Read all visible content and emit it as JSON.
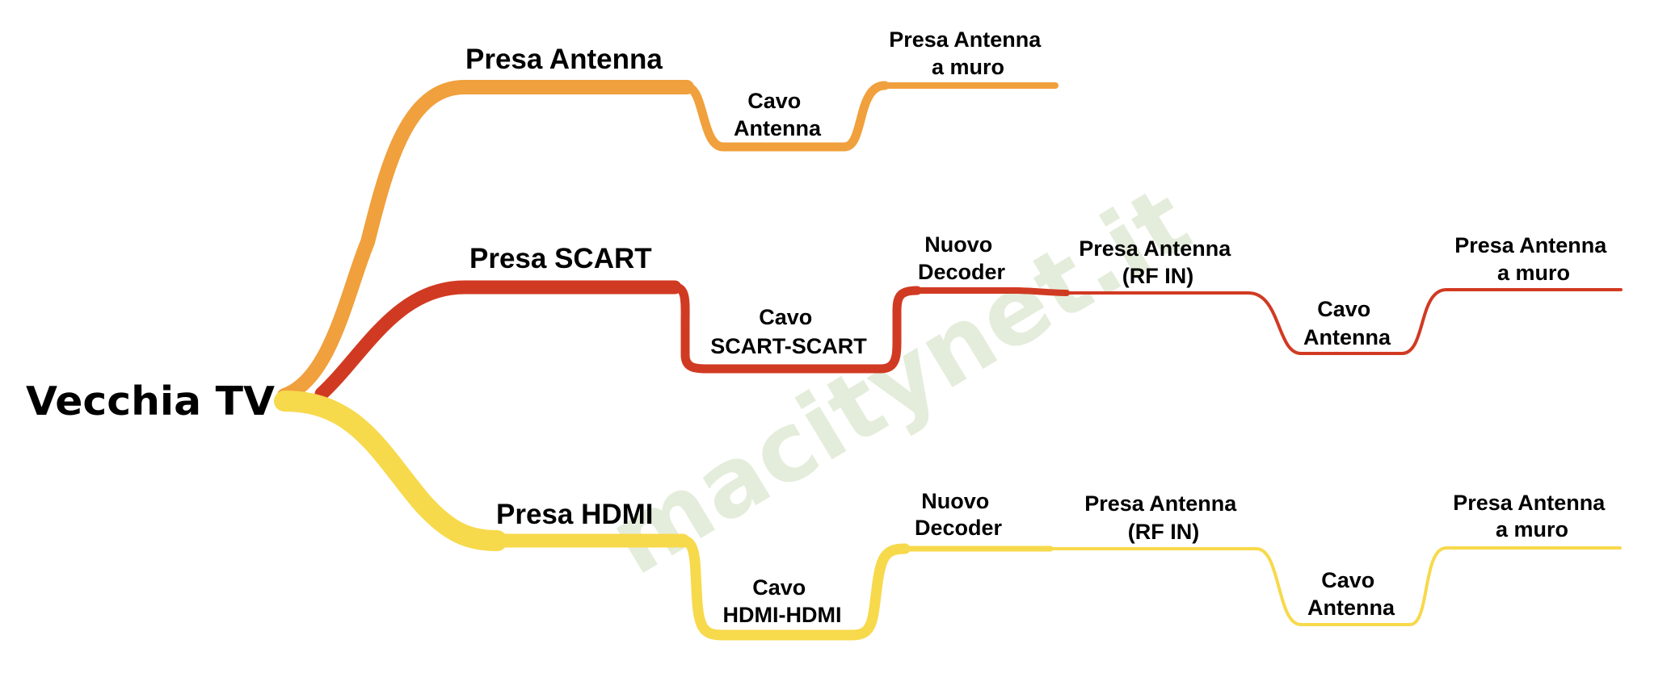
{
  "root": {
    "label": "Vecchia TV"
  },
  "colors": {
    "antenna_branch": "#f0a03c",
    "scart_branch": "#d13a22",
    "hdmi_branch": "#f7d94c",
    "watermark": "#e4eddb",
    "text": "#000000"
  },
  "watermark": "macitynet.it",
  "branches": [
    {
      "id": "antenna",
      "label": "Presa Antenna",
      "steps": [
        {
          "line1": "Cavo",
          "line2": "Antenna"
        },
        {
          "line1": "Presa Antenna",
          "line2": "a muro"
        }
      ]
    },
    {
      "id": "scart",
      "label": "Presa SCART",
      "steps": [
        {
          "line1": "Cavo",
          "line2": "SCART-SCART"
        },
        {
          "line1": "Nuovo",
          "line2": "Decoder"
        },
        {
          "line1": "Presa Antenna",
          "line2": "(RF IN)"
        },
        {
          "line1": "Cavo",
          "line2": "Antenna"
        },
        {
          "line1": "Presa Antenna",
          "line2": "a muro"
        }
      ]
    },
    {
      "id": "hdmi",
      "label": "Presa HDMI",
      "steps": [
        {
          "line1": "Cavo",
          "line2": "HDMI-HDMI"
        },
        {
          "line1": "Nuovo",
          "line2": "Decoder"
        },
        {
          "line1": "Presa Antenna",
          "line2": "(RF IN)"
        },
        {
          "line1": "Cavo",
          "line2": "Antenna"
        },
        {
          "line1": "Presa Antenna",
          "line2": "a muro"
        }
      ]
    }
  ]
}
